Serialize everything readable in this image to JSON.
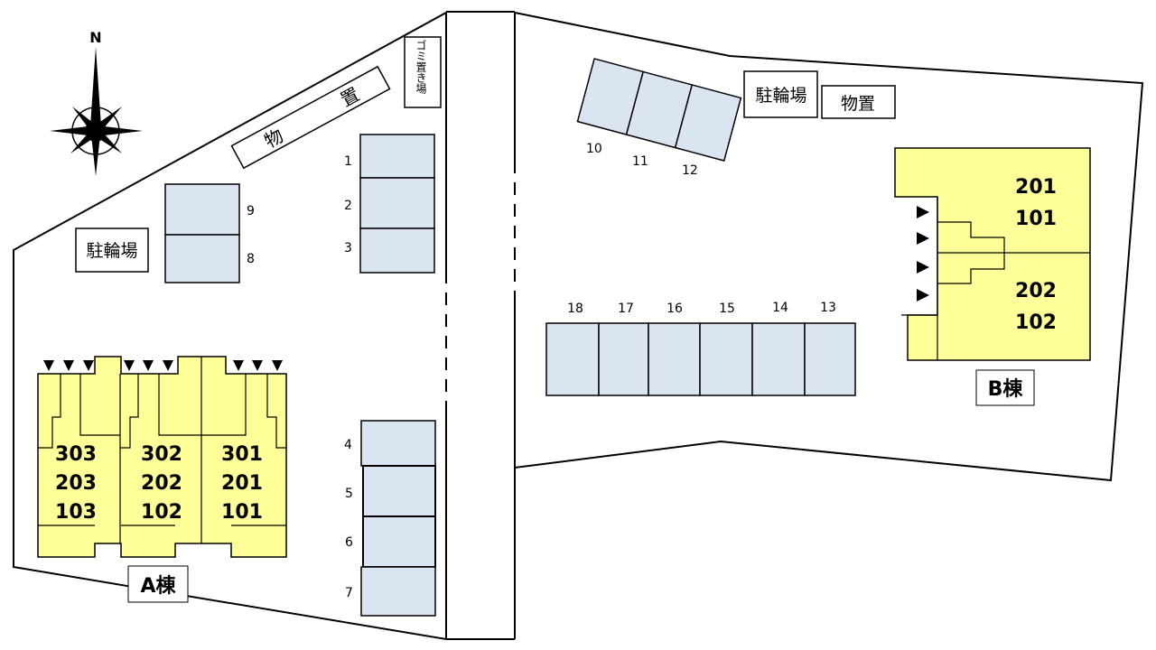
{
  "compass": {
    "north_label": "N"
  },
  "labels": {
    "storage_diagonal_a": "物",
    "storage_diagonal_b": "置",
    "garbage_area": "ゴミ置き場",
    "bicycle_parking_west": "駐輪場",
    "bicycle_parking_east": "駐輪場",
    "storage_east": "物置",
    "building_a": "A棟",
    "building_b": "B棟"
  },
  "parking": {
    "p1": "1",
    "p2": "2",
    "p3": "3",
    "p4": "4",
    "p5": "5",
    "p6": "6",
    "p7": "7",
    "p8": "8",
    "p9": "9",
    "p10": "10",
    "p11": "11",
    "p12": "12",
    "p13": "13",
    "p14": "14",
    "p15": "15",
    "p16": "16",
    "p17": "17",
    "p18": "18"
  },
  "building_a_units": {
    "col1": [
      "303",
      "203",
      "103"
    ],
    "col2": [
      "302",
      "202",
      "102"
    ],
    "col3": [
      "301",
      "201",
      "101"
    ]
  },
  "building_b_units": {
    "upper": [
      "201",
      "101"
    ],
    "lower": [
      "202",
      "102"
    ]
  },
  "colors": {
    "building_fill": "#ffff99",
    "parking_fill": "#dbe5f1",
    "outline": "#000000",
    "background": "#ffffff"
  }
}
